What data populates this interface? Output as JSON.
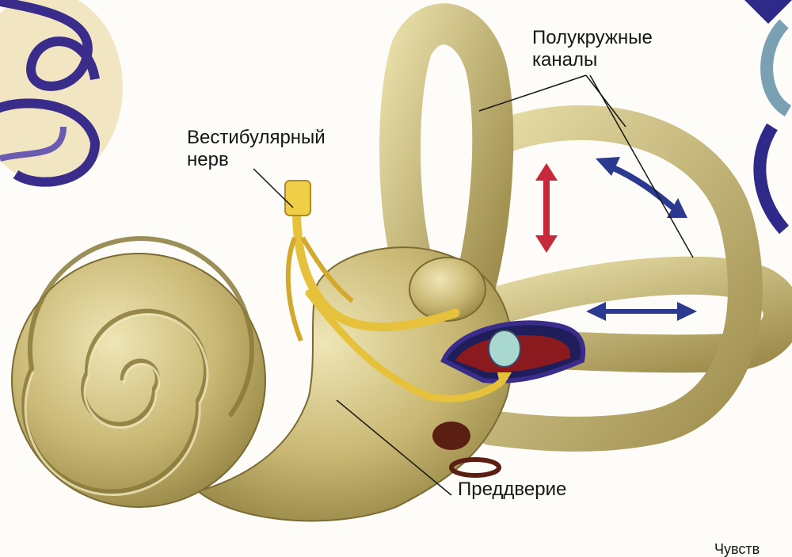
{
  "labels": {
    "semicircular_canals": [
      "Полукружные",
      "каналы"
    ],
    "vestibular_nerve": [
      "Вестибулярный",
      "нерв"
    ],
    "vestibule": "Преддверие",
    "corner_text": "Чувств"
  },
  "colors": {
    "bone": "#c9b874",
    "bone_dark": "#8f7f3f",
    "bone_light": "#ece2ad",
    "nerve": "#e6c23c",
    "arrow_red": "#c8283c",
    "arrow_blue": "#2b3a8f",
    "outline_purple": "#3a2c8a",
    "cavity_red": "#8a1a1e",
    "otolith": "#a8d8cf"
  }
}
